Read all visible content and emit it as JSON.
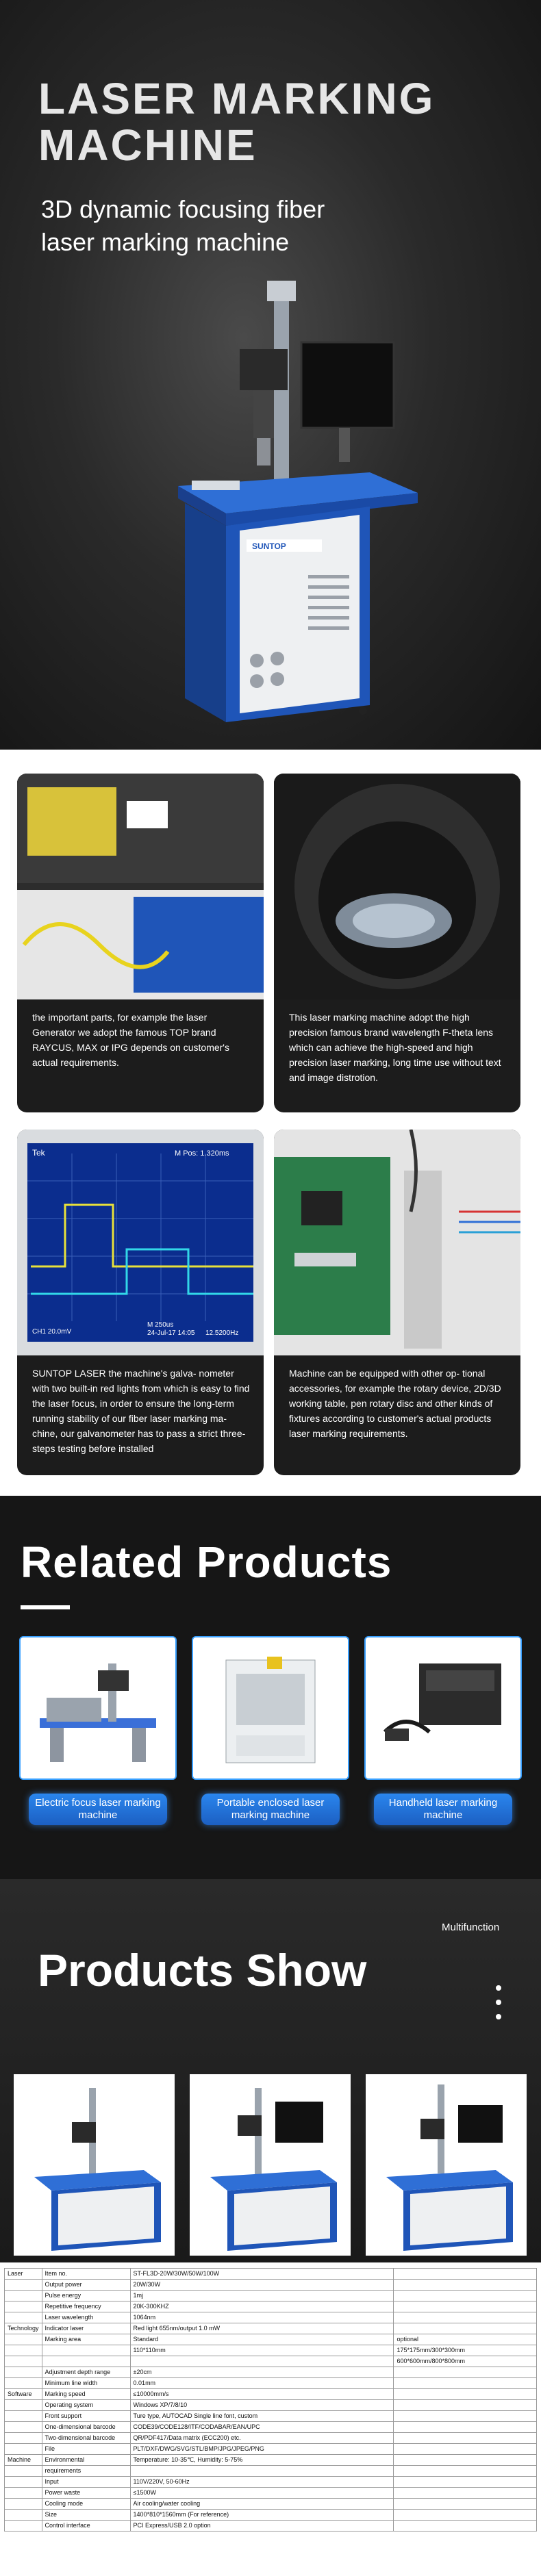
{
  "hero": {
    "title_line1": "LASER  MARKING",
    "title_line2": "MACHINE",
    "subtitle_line1": "3D dynamic focusing fiber",
    "subtitle_line2": "laser marking machine",
    "brand_plate": "SUNTOP"
  },
  "features": [
    {
      "text": "the important parts, for example the laser Generator we adopt the famous TOP brand RAYCUS, MAX or IPG depends on customer's actual requirements."
    },
    {
      "text": "This laser marking machine adopt the high precision famous brand wavelength F-theta lens which can achieve the high-speed and high precision laser marking, long time use without text and image distrotion."
    },
    {
      "text": "SUNTOP LASER the machine's galva- nometer with two built-in red lights from which is easy to find the laser focus, in order to ensure the long-term running stability of our fiber laser marking ma- chine, our galvanometer has to pass a strict three-steps testing before installed"
    },
    {
      "text": "Machine can be equipped with other op- tional accessories, for example the rotary device, 2D/3D working table, pen rotary disc and other kinds of fixtures according to customer's actual products laser marking requirements."
    }
  ],
  "scope": {
    "brand": "Tek",
    "trigger": "M Pos: 1.320ms",
    "ch1": "CH1 20.0mV",
    "time": "M 250us",
    "date": "24-Jul-17 14:05",
    "freq": "12.5200Hz"
  },
  "related": {
    "title": "Related Products",
    "items": [
      {
        "label": "Electric focus laser marking machine"
      },
      {
        "label": "Portable enclosed laser marking machine"
      },
      {
        "label": "Handheld laser marking machine"
      }
    ]
  },
  "show": {
    "tag": "Multifunction",
    "title": "Products Show"
  },
  "specs": {
    "rows": [
      [
        "Laser",
        "Item no.",
        "ST-FL3D-20W/30W/50W/100W",
        ""
      ],
      [
        "",
        "Output power",
        "20W/30W",
        ""
      ],
      [
        "",
        "Pulse energy",
        "1mj",
        ""
      ],
      [
        "",
        "Repetitive frequency",
        "20K-300KHZ",
        ""
      ],
      [
        "",
        "Laser wavelength",
        "1064nm",
        ""
      ],
      [
        "Technology",
        "Indicator laser",
        "Red light 655nm/output 1.0 mW",
        ""
      ],
      [
        "",
        "Marking area",
        "Standard",
        "optional"
      ],
      [
        "",
        "",
        "110*110mm",
        "175*175mm/300*300mm"
      ],
      [
        "",
        "",
        "",
        "600*600mm/800*800mm"
      ],
      [
        "",
        "Adjustment depth range",
        "±20cm",
        ""
      ],
      [
        "",
        "Minimum line width",
        "0.01mm",
        ""
      ],
      [
        "Software",
        "Marking speed",
        "≤10000mm/s",
        ""
      ],
      [
        "",
        "Operating system",
        "Windows XP/7/8/10",
        ""
      ],
      [
        "",
        "Front support",
        "Ture type, AUTOCAD Single line font, custom",
        ""
      ],
      [
        "",
        "One-dimensional barcode",
        "CODE39/CODE128/ITF/CODABAR/EAN/UPC",
        ""
      ],
      [
        "",
        "Two-dimensional barcode",
        "QR/PDF417/Data  matrix (ECC200) etc.",
        ""
      ],
      [
        "",
        "File",
        "PLT/DXF/DWG/SVG/STL/BMP/JPG/JPEG/PNG",
        ""
      ],
      [
        "Machine",
        "Environmental",
        "Temperature: 10-35℃, Humidity: 5-75%",
        ""
      ],
      [
        "",
        "requirements",
        "",
        ""
      ],
      [
        "",
        "Input",
        "110V/220V, 50-60Hz",
        ""
      ],
      [
        "",
        "Power waste",
        "≤1500W",
        ""
      ],
      [
        "",
        "Cooling mode",
        "Air cooling/water cooling",
        ""
      ],
      [
        "",
        "Size",
        "1400*810*1560mm (For reference)",
        ""
      ],
      [
        "",
        "Control interface",
        "PCI Express/USB 2.0 option",
        ""
      ]
    ]
  },
  "colors": {
    "machine_blue": "#1f55b8",
    "accent_blue": "#39a0ff",
    "card_bg": "#1c1c1c"
  }
}
